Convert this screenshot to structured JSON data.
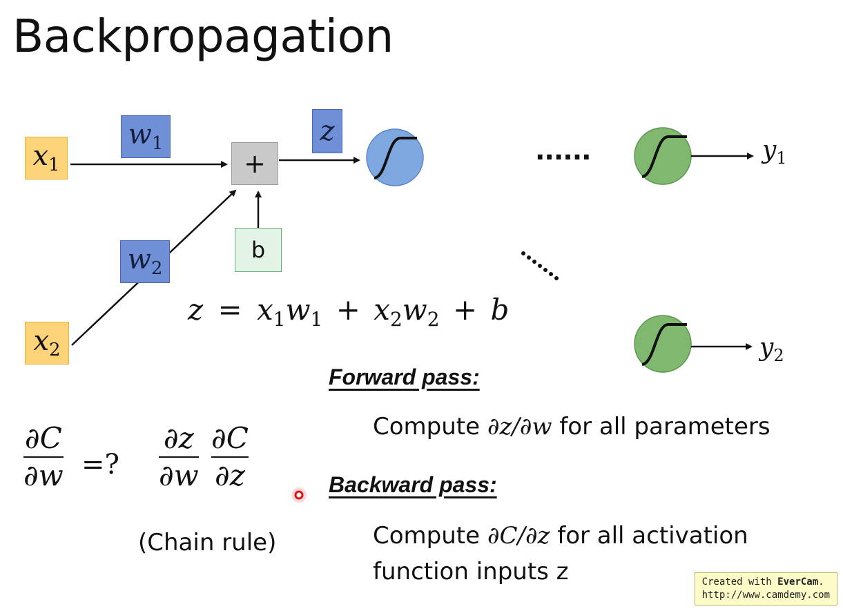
{
  "title": "Backpropagation",
  "diagram": {
    "inputs": [
      {
        "var": "x",
        "sub": "1"
      },
      {
        "var": "x",
        "sub": "2"
      }
    ],
    "weights": [
      {
        "var": "w",
        "sub": "1"
      },
      {
        "var": "w",
        "sub": "2"
      }
    ],
    "sum_symbol": "+",
    "bias_label": "b",
    "z_label": "z",
    "ellipsis_h": "......",
    "outputs": [
      {
        "var": "y",
        "sub": "1"
      },
      {
        "var": "y",
        "sub": "2"
      }
    ],
    "colors": {
      "input_fill": "#fdd37a",
      "weight_fill": "#6f8fd6",
      "sum_fill": "#c9c9c9",
      "bias_fill": "#e3f4e6",
      "neuron_blue": "#7fa7e0",
      "neuron_green": "#7fb86e"
    }
  },
  "equation": {
    "lhs": "z",
    "eq": "=",
    "t1a": "x",
    "t1a_sub": "1",
    "t1b": "w",
    "t1b_sub": "1",
    "plus1": "+",
    "t2a": "x",
    "t2a_sub": "2",
    "t2b": "w",
    "t2b_sub": "2",
    "plus2": "+",
    "t3": "b"
  },
  "gradient": {
    "lhs_num": "∂C",
    "lhs_den": "∂w",
    "equals_q": "=?",
    "f1_num": "∂z",
    "f1_den": "∂w",
    "f2_num": "∂C",
    "f2_den": "∂z",
    "chain_rule": "(Chain rule)"
  },
  "forward": {
    "heading": "Forward pass:",
    "pre": "Compute",
    "math": "∂z/∂w",
    "post": "for all parameters"
  },
  "backward": {
    "heading": "Backward pass:",
    "pre": "Compute",
    "math": "∂C/∂z",
    "post": "for all activation",
    "line2": "function inputs z"
  },
  "watermark": {
    "line1_pre": "Created with",
    "brand": "EverCam",
    "line1_post": ".",
    "line2": "http://www.camdemy.com"
  }
}
